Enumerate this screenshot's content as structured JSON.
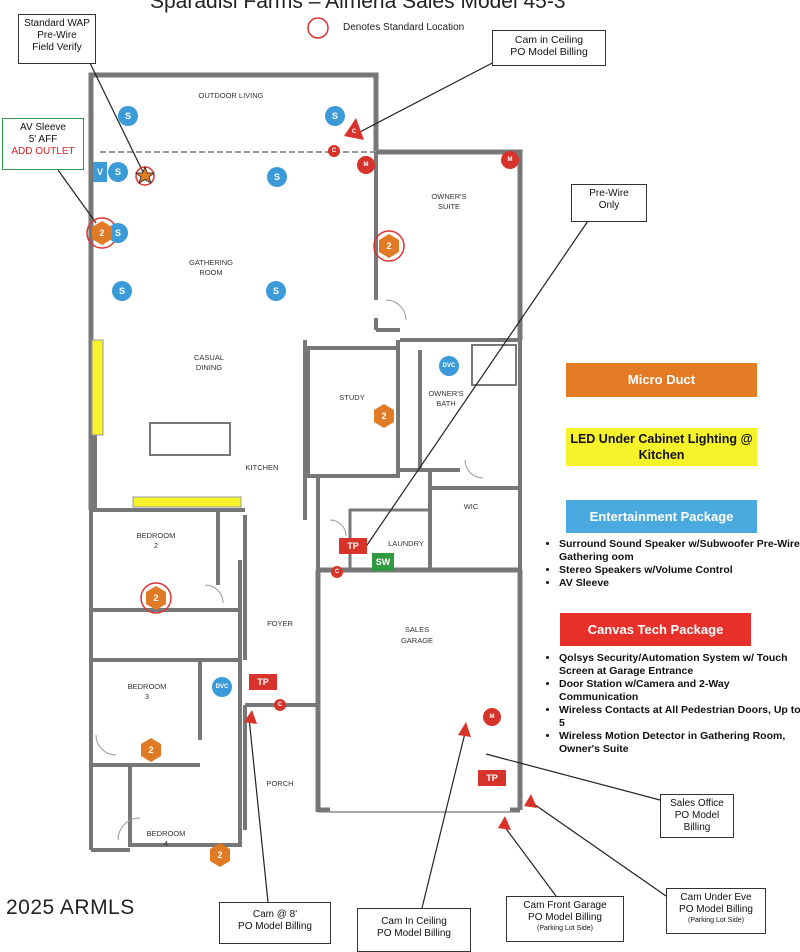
{
  "header": {
    "title": "Sparadisi Farms – Almeria Sales Model 45-3",
    "legend_note": "Denotes Standard Location"
  },
  "rooms": {
    "outdoor_living": "OUTDOOR LIVING",
    "owners_suite_1": "OWNER'S",
    "owners_suite_2": "SUITE",
    "gathering_1": "GATHERING",
    "gathering_2": "ROOM",
    "casual_1": "CASUAL",
    "casual_2": "DINING",
    "study": "STUDY",
    "owners_bath_1": "OWNER'S",
    "owners_bath_2": "BATH",
    "kitchen": "KITCHEN",
    "wic": "WIC",
    "bedroom2_1": "BEDROOM",
    "bedroom2_2": "2",
    "laundry": "LAUNDRY",
    "foyer": "FOYER",
    "sales_garage_1": "SALES",
    "sales_garage_2": "GARAGE",
    "bedroom3_1": "BEDROOM",
    "bedroom3_2": "3",
    "porch": "PORCH",
    "bedroom4_1": "BEDROOM",
    "bedroom4_2": "4"
  },
  "marker_labels": {
    "speaker": "S",
    "volume": "V",
    "conduit": "2",
    "motion": "M",
    "contact": "C",
    "camera": "C",
    "touchpad": "TP",
    "switch": "SW",
    "dvc": "DVC"
  },
  "callouts": {
    "wap": {
      "lines": [
        "Standard WAP",
        "Pre-Wire",
        "Field Verify"
      ]
    },
    "av_sleeve": {
      "lines": [
        "AV Sleeve",
        "5' AFF"
      ],
      "red": "ADD OUTLET"
    },
    "cam_ceiling_top": {
      "lines": [
        "Cam in Ceiling",
        "PO Model Billing"
      ]
    },
    "prewire": {
      "lines": [
        "Pre-Wire",
        "Only"
      ]
    },
    "sales_office": {
      "lines": [
        "Sales Office",
        "PO Model",
        "Billing"
      ]
    },
    "cam_8": {
      "lines": [
        "Cam @ 8'",
        "PO Model Billing"
      ]
    },
    "cam_in_ceiling": {
      "lines": [
        "Cam In Ceiling",
        "PO Model Billing"
      ]
    },
    "cam_front_garage": {
      "lines": [
        "Cam Front Garage",
        "PO Model Billing"
      ],
      "sub": "(Parking Lot Side)"
    },
    "cam_under_eve": {
      "lines": [
        "Cam Under Eve",
        "PO Model Billing"
      ],
      "sub": "(Parking Lot Side)"
    }
  },
  "packages": {
    "micro_duct": {
      "label": "Micro Duct",
      "color": "#e57a25"
    },
    "led": {
      "label": "LED Under Cabinet Lighting @ Kitchen",
      "color": "#f7f32a"
    },
    "entertainment": {
      "label": "Entertainment Package",
      "color": "#4aa9df",
      "items": [
        "Surround Sound Speaker w/Subwoofer Pre-Wire – Gathering oom",
        "Stereo Speakers w/Volume Control",
        "AV Sleeve"
      ]
    },
    "canvas": {
      "label": "Canvas Tech Package",
      "color": "#e8302a",
      "items": [
        "Qolsys Security/Automation System w/ Touch Screen at Garage Entrance",
        "Door Station w/Camera and 2-Way Communication",
        "Wireless Contacts at All Pedestrian Doors, Up to 5",
        "Wireless Motion Detector in Gathering Room, Owner's Suite"
      ]
    }
  },
  "colors": {
    "speaker": "#3b9bd8",
    "conduit": "#e07a25",
    "security": "#d8332a",
    "switch": "#2f9a3e",
    "led": "#f7f32a",
    "wall": "#777777"
  },
  "copyright": "2025 ARMLS"
}
